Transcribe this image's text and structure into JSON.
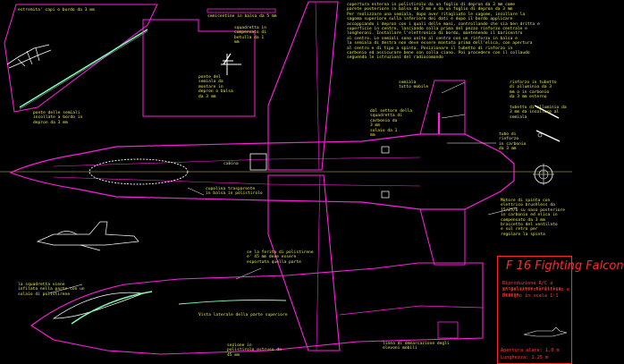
{
  "notes": {
    "n1": "estremita' capi o bordo da 3 mm",
    "n2": "semicentine in balsa da 5 mm",
    "n3": "squadretta in\ncompensato di\nbetulla da 1\nmm",
    "n4": "copertura esterna in polistirolo da un foglio di depron da 3 mm come\nparete posteriore in balsa da 3 mm e da un foglio di depron da 3 mm\nPer realizzare una semiala, dopo aver ritagliato le sagome, incollare la\nsagoma superiore sulla inferiore dei dati e dopo il bordo applicare\naccoppiando i depron con i quali delle mani, controllando che sia ben dritta e\nsuperficie in centre, lasciando colla prima del pezzo rinforzo centrale e\nlongheroni. Installare l'elettronica di bordo, mantenendo il baricentro\nal centro. Le semiali sono unite al centro con un rinforzo in balsa e\nla semiala di destra non deve essere montata prima dell'elica, con apertura\nal centro e di tipo a spinta. Posizionare il tubetto di rinforzo in\ncarbonio ed assicurare bene con colla ciano. Poi procedere con il collaudo\nseguendo le istruzioni del radiocomando",
    "n5": "ponte del\nsemiala da\nmontare in\ndepron o balsa\nda 3 mm",
    "n6": "ponte delle semiali\nincollate a bordo in\ndepron da 3 mm",
    "n7": "semiala\ntutto mobile",
    "n8": "rinforzo in tubetto\ndi alluminio da 3\nmm o in carbonio\nda 3 mm esterno",
    "n9": "tubetto di alluminio da\n3 mm da incollare al\nsemiala",
    "n10": "dal settore della\nsquadretta di\ncarbonio da\n3 mm\nsolaio da 1\nmm",
    "n11": "tubo di\nrinforzo\nin carbonio\nda 3 mm",
    "n12": "cabina",
    "n13": "cupolina trasparente\nin balsa in polistirolo",
    "n14": "Motore di spinta con\nelettrico brushless da\n15/25/6 su naso posteriore\nin carbonio ed elica in\ncompensato da 3 mm\nbraccetto del ventilato\ne sul retro per\nregolare la spinta",
    "n15": "se la ferita di polistirene\ne' 45 mm deve essere\nesportata quella parte",
    "n16": "la squadretta viene\ninfilata nella parte con un\nsolaio di polistirene",
    "n17": "Vista laterale della parte superiore",
    "n18": "sezione in\npolistirolo estruso da\n45 mm",
    "n19": "linea di demarcazione degli\nelevoni mobili"
  },
  "title": "F 16 Fighting Falcon",
  "panel_lines": [
    "Riproduzione R/C a propulsione elettrica",
    "in polistirolo estruso e depron",
    "Disegno in scala 1:1"
  ],
  "specs": [
    "Apertura alare: 1.0 m",
    "Lunghezza: 1.25 m"
  ],
  "colors": {
    "outline": "#ff1ee0",
    "text": "#e8e84a",
    "title": "#ff2a2a",
    "detail": "#ffffff",
    "accent": "#7dffb4"
  }
}
